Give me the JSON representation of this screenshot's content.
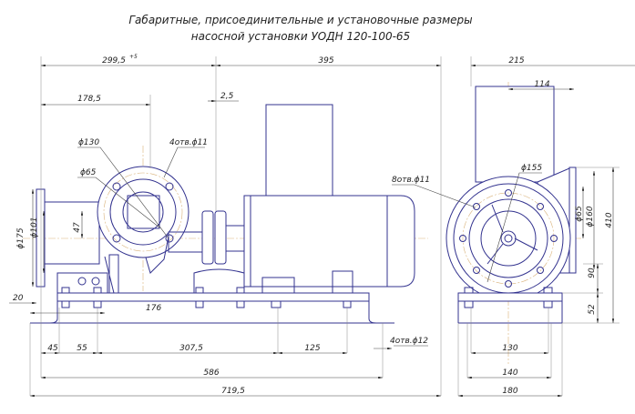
{
  "title": {
    "line1": "Габаритные, присоединительные и установочные размеры",
    "line2": "насосной установки УОДН 120-100-65"
  },
  "dimensions": {
    "d299": "299,5",
    "d299_tol": "+5",
    "d395": "395",
    "d215": "215",
    "d178": "178,5",
    "d2_5": "2,5",
    "d114": "114",
    "phi130": "ϕ130",
    "holes4_11": "4отв.ϕ11",
    "phi65_left": "ϕ65",
    "d47": "47",
    "phi175": "ϕ175",
    "phi101": "ϕ101",
    "d20": "20",
    "d176": "176",
    "holes8_11": "8отв.ϕ11",
    "phi155": "ϕ155",
    "phi65_right": "ϕ65",
    "phi160": "ϕ160",
    "d410": "410",
    "d90": "90",
    "d52": "52",
    "holes4_12": "4отв.ϕ12",
    "d45": "45",
    "d55": "55",
    "d307": "307,5",
    "d125": "125",
    "d586": "586",
    "d719": "719,5",
    "d130": "130",
    "d140": "140",
    "d180": "180"
  }
}
